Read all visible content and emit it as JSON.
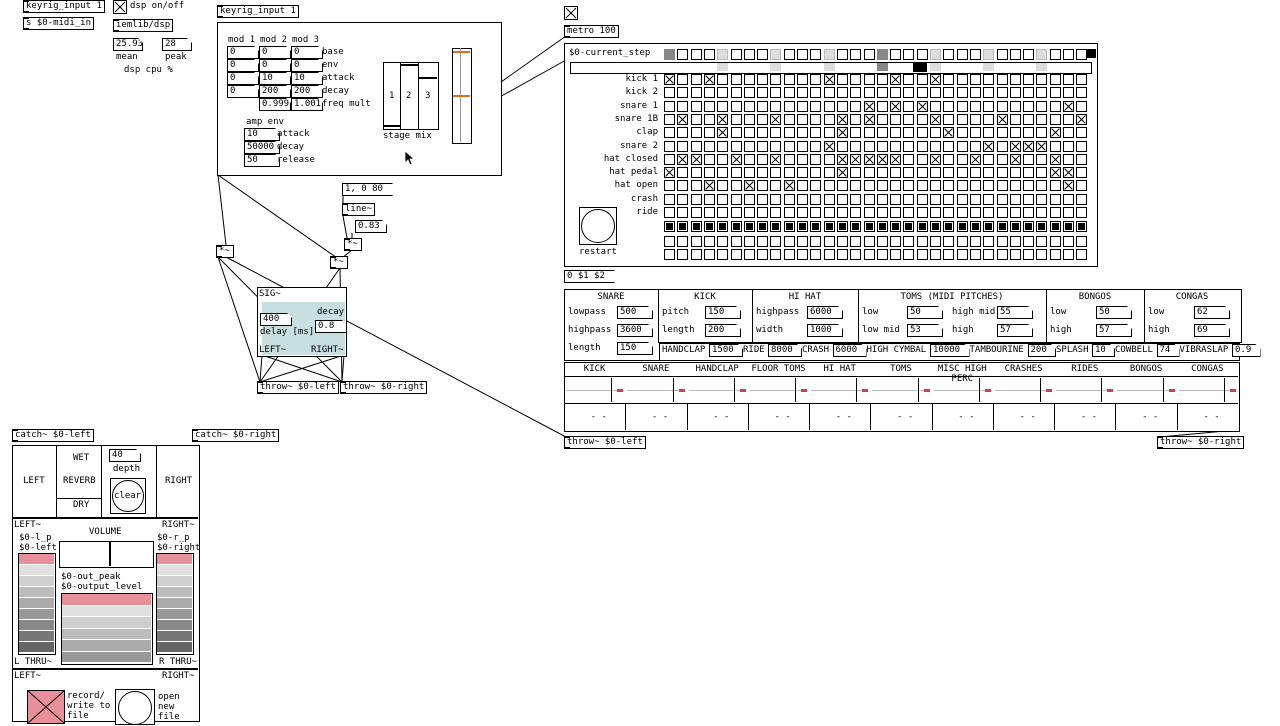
{
  "top": {
    "keyrig_input_1": "keyrig_input 1",
    "midi_in": "s $0-midi_in",
    "dsp_label": "dsp on/off",
    "iemlib_dsp": "iemlib/dsp",
    "cpu_mean_val": "25.93",
    "cpu_peak_val": "28",
    "cpu_mean": "mean",
    "cpu_peak": "peak",
    "cpu_label": "dsp cpu %"
  },
  "synth": {
    "title": "keyrig_input 1",
    "col_headers": [
      "mod 1",
      "mod 2",
      "mod 3"
    ],
    "rows": [
      {
        "v1": "0",
        "v2": "0",
        "v3": "0",
        "label": "base"
      },
      {
        "v1": "0",
        "v2": "0",
        "v3": "0",
        "label": "env"
      },
      {
        "v1": "0",
        "v2": "10",
        "v3": "10",
        "label": "attack"
      },
      {
        "v1": "0",
        "v2": "200",
        "v3": "200",
        "label": "decay"
      },
      {
        "v1": "",
        "v2": "0.999",
        "v3": "1.001",
        "label": "freq mult"
      }
    ],
    "amp_env_title": "amp env",
    "amp_env": [
      {
        "value": "10",
        "label": "attack"
      },
      {
        "value": "50000",
        "label": "decay"
      },
      {
        "value": "50",
        "label": "release"
      }
    ],
    "stage_labels": [
      "1",
      "2",
      "3"
    ],
    "stage_mix": "stage mix"
  },
  "mid": {
    "msg_1_0_80": "1, 0 80",
    "line": "line~",
    "num_083": "0.83",
    "mul_left": "*~",
    "mul_right": "*~",
    "sig_title": "SIG~",
    "sig_decay": "decay",
    "sig_400": "400",
    "sig_08": "0.8",
    "sig_delay": "delay [ms]",
    "sig_left": "LEFT~",
    "sig_right": "RIGHT~",
    "throw_left": "throw~ $0-left",
    "throw_right": "throw~ $0-right"
  },
  "mixer": {
    "catch_left": "catch~ $0-left",
    "catch_right": "catch~ $0-right",
    "left": "LEFT",
    "right": "RIGHT",
    "wet": "WET",
    "reverb": "REVERB",
    "dry": "DRY",
    "depth_val": "40",
    "depth": "depth",
    "clear": "clear",
    "left_out": "LEFT~",
    "right_out": "RIGHT~",
    "volume": "VOLUME",
    "l_p": "$0-l_p",
    "l_left": "$0-left",
    "r_p": "$0-r_p",
    "r_right": "$0-right",
    "out_peak": "$0-out_peak",
    "output_level": "$0-output_level",
    "l_thru": "L THRU~",
    "r_thru": "R THRU~",
    "left_out2": "LEFT~",
    "right_out2": "RIGHT~",
    "record": "record/ write to file",
    "open": "open new file"
  },
  "seq": {
    "metro": "metro 100",
    "current_step": "$0-current_step",
    "restart": "restart",
    "msg_0_1_2": "0 $1 $2",
    "tracks": [
      {
        "name": "kick 1",
        "steps": [
          1,
          0,
          0,
          1,
          0,
          0,
          0,
          0,
          0,
          0,
          0,
          0,
          1,
          0,
          0,
          0,
          0,
          1,
          0,
          0,
          1,
          0,
          0,
          0,
          0,
          0,
          0,
          0,
          0,
          0,
          0,
          0
        ]
      },
      {
        "name": "kick 2",
        "steps": [
          0,
          0,
          0,
          0,
          0,
          0,
          0,
          0,
          0,
          0,
          0,
          0,
          0,
          0,
          0,
          0,
          0,
          0,
          0,
          0,
          0,
          0,
          0,
          0,
          0,
          0,
          0,
          0,
          0,
          0,
          0,
          0
        ]
      },
      {
        "name": "snare 1",
        "steps": [
          0,
          0,
          0,
          0,
          0,
          0,
          0,
          0,
          0,
          0,
          0,
          0,
          0,
          0,
          0,
          1,
          0,
          1,
          0,
          1,
          0,
          0,
          0,
          0,
          0,
          0,
          0,
          0,
          0,
          0,
          1,
          0,
          1
        ]
      },
      {
        "name": "snare 1B",
        "steps": [
          0,
          1,
          0,
          0,
          1,
          0,
          0,
          0,
          1,
          0,
          0,
          0,
          0,
          1,
          0,
          1,
          0,
          0,
          0,
          0,
          1,
          0,
          0,
          0,
          0,
          1,
          0,
          0,
          0,
          0,
          0,
          1,
          0
        ]
      },
      {
        "name": "clap",
        "steps": [
          0,
          0,
          0,
          0,
          1,
          0,
          0,
          0,
          0,
          0,
          0,
          0,
          0,
          1,
          0,
          0,
          0,
          0,
          0,
          0,
          0,
          1,
          0,
          0,
          0,
          0,
          0,
          0,
          0,
          1,
          0,
          0
        ]
      },
      {
        "name": "snare 2",
        "steps": [
          0,
          0,
          0,
          0,
          0,
          0,
          0,
          0,
          0,
          0,
          0,
          0,
          1,
          0,
          0,
          0,
          0,
          0,
          0,
          0,
          0,
          0,
          0,
          0,
          1,
          0,
          1,
          1,
          1,
          0,
          0,
          0
        ]
      },
      {
        "name": "hat closed",
        "steps": [
          0,
          1,
          1,
          0,
          0,
          1,
          0,
          0,
          1,
          0,
          0,
          0,
          0,
          1,
          1,
          1,
          1,
          1,
          0,
          0,
          1,
          0,
          0,
          1,
          0,
          0,
          1,
          0,
          0,
          1,
          0,
          0,
          1
        ]
      },
      {
        "name": "hat pedal",
        "steps": [
          1,
          0,
          0,
          0,
          0,
          0,
          0,
          0,
          0,
          0,
          0,
          0,
          0,
          1,
          0,
          0,
          0,
          0,
          0,
          0,
          0,
          0,
          0,
          0,
          0,
          0,
          0,
          0,
          0,
          1,
          1,
          0
        ]
      },
      {
        "name": "hat open",
        "steps": [
          0,
          0,
          0,
          1,
          0,
          0,
          1,
          0,
          0,
          1,
          0,
          0,
          0,
          0,
          0,
          0,
          0,
          0,
          0,
          0,
          0,
          0,
          0,
          0,
          0,
          0,
          0,
          0,
          0,
          0,
          1,
          0
        ]
      },
      {
        "name": "crash",
        "steps": [
          0,
          0,
          0,
          0,
          0,
          0,
          0,
          0,
          0,
          0,
          0,
          0,
          0,
          0,
          0,
          0,
          0,
          0,
          0,
          0,
          0,
          0,
          0,
          0,
          0,
          0,
          0,
          0,
          0,
          0,
          0,
          0
        ]
      },
      {
        "name": "ride",
        "steps": [
          0,
          0,
          0,
          0,
          0,
          0,
          0,
          0,
          0,
          0,
          0,
          0,
          0,
          0,
          0,
          0,
          0,
          0,
          0,
          0,
          0,
          0,
          0,
          0,
          0,
          0,
          0,
          0,
          0,
          0,
          0,
          0
        ]
      }
    ],
    "position_step": 0.66,
    "sections": [
      {
        "title": "SNARE",
        "params": [
          {
            "label": "lowpass",
            "value": "500"
          },
          {
            "label": "highpass",
            "value": "3600"
          },
          {
            "label": "length",
            "value": "150"
          }
        ]
      },
      {
        "title": "KICK",
        "params": [
          {
            "label": "pitch",
            "value": "150"
          },
          {
            "label": "length",
            "value": "200"
          }
        ]
      },
      {
        "title": "HI HAT",
        "params": [
          {
            "label": "highpass",
            "value": "6000"
          },
          {
            "label": "width",
            "value": "1000"
          }
        ]
      },
      {
        "title": "TOMS (MIDI PITCHES)",
        "params": [
          {
            "label": "low",
            "value": "50"
          },
          {
            "label": "high mid",
            "value": "55"
          },
          {
            "label": "low mid",
            "value": "53"
          },
          {
            "label": "high",
            "value": "57"
          }
        ]
      },
      {
        "title": "BONGOS",
        "params": [
          {
            "label": "low",
            "value": "50"
          },
          {
            "label": "high",
            "value": "57"
          }
        ]
      },
      {
        "title": "CONGAS",
        "params": [
          {
            "label": "low",
            "value": "62"
          },
          {
            "label": "high",
            "value": "69"
          }
        ]
      }
    ],
    "misc": [
      {
        "label": "HANDCLAP",
        "value": "1500"
      },
      {
        "label": "RIDE",
        "value": "8000"
      },
      {
        "label": "CRASH",
        "value": "6000"
      },
      {
        "label": "HIGH CYMBAL",
        "value": "10000"
      },
      {
        "label": "TAMBOURINE",
        "value": "200"
      },
      {
        "label": "SPLASH",
        "value": "10"
      },
      {
        "label": "COWBELL",
        "value": "74"
      },
      {
        "label": "VIBRASLAP",
        "value": "0.9"
      }
    ],
    "mix_channels": [
      "KICK",
      "SNARE",
      "HANDCLAP",
      "FLOOR TOMS",
      "HI HAT",
      "TOMS",
      "MISC HIGH PERC",
      "CRASHES",
      "RIDES",
      "BONGOS",
      "CONGAS"
    ],
    "throw_left": "throw~ $0-left",
    "throw_right": "throw~ $0-right"
  }
}
